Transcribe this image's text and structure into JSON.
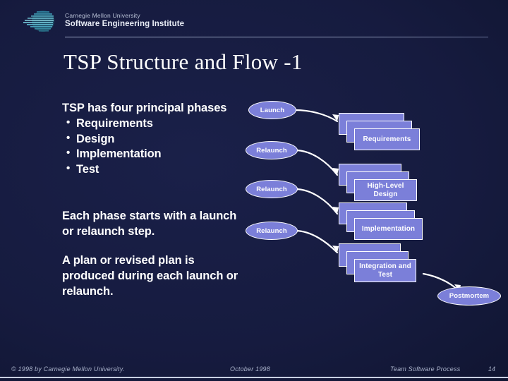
{
  "header": {
    "org_line1": "Carnegie Mellon University",
    "org_line2": "Software Engineering Institute",
    "logo_icon": "sei-striped-sphere-logo"
  },
  "title": "TSP Structure and Flow -1",
  "body": {
    "phases_intro": "TSP has four principal phases",
    "phases": [
      "Requirements",
      "Design",
      "Implementation",
      "Test"
    ],
    "paragraph_launch": "Each phase starts with a launch or relaunch step.",
    "paragraph_plan": "A plan or revised plan is produced during each launch or relaunch."
  },
  "diagram": {
    "ovals": [
      {
        "label": "Launch"
      },
      {
        "label": "Relaunch"
      },
      {
        "label": "Relaunch"
      },
      {
        "label": "Relaunch"
      },
      {
        "label": "Postmortem"
      }
    ],
    "phase_stacks": [
      {
        "label": "Requirements"
      },
      {
        "label": "High-Level Design"
      },
      {
        "label": "Implementation"
      },
      {
        "label": "Integration and Test"
      }
    ],
    "colors": {
      "node_fill": "#7b7fd9",
      "node_border": "#ffffff",
      "arrow": "#ffffff",
      "background": "#161b3f"
    }
  },
  "footer": {
    "copyright": "© 1998 by Carnegie Mellon University.",
    "date": "October 1998",
    "course": "Team Software Process",
    "page": "14"
  }
}
